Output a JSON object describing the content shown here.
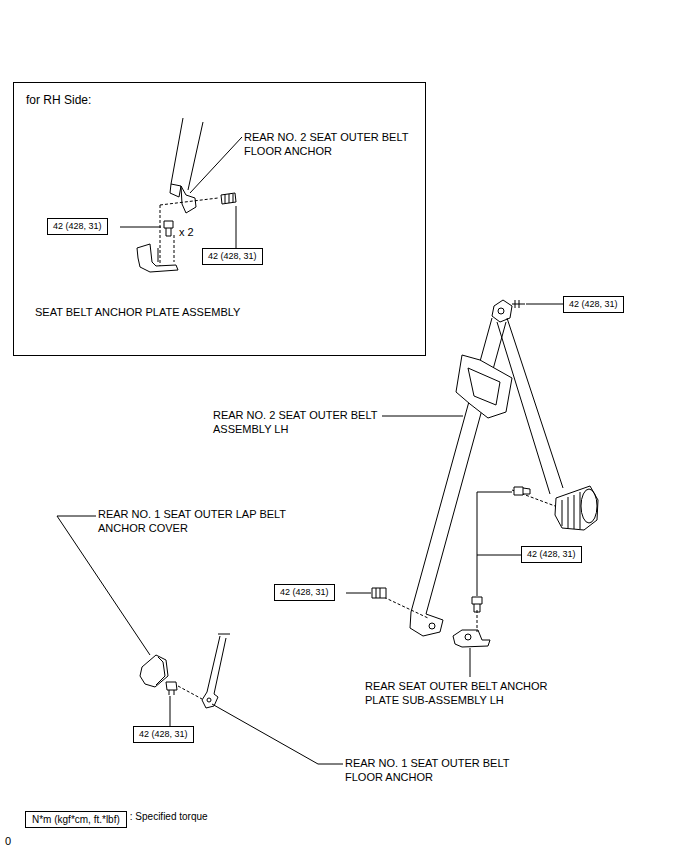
{
  "diagram": {
    "nodes": [
      {
        "text": [
          "for RH Side:"
        ]
      },
      {
        "text": [
          "42 (428, 31)"
        ],
        "in": 0
      },
      {
        "text": [
          "42 (428, 31)"
        ],
        "in": 0
      },
      {
        "text": [
          "42 (428, 31)"
        ]
      },
      {
        "text": [
          "42 (428, 31)"
        ]
      },
      {
        "text": [
          "42 (428, 31)"
        ]
      },
      {
        "text": [
          "42 (428, 31)"
        ]
      },
      {
        "text": [
          "N*m (kgf*cm, ft.*lbf)",
          ": Specified torque"
        ]
      }
    ],
    "labels": [
      "REAR NO. 2 SEAT OUTER BELT FLOOR ANCHOR",
      "x 2",
      "SEAT BELT ANCHOR PLATE ASSEMBLY",
      "REAR NO. 2 SEAT OUTER BELT ASSEMBLY LH",
      "REAR NO. 1 SEAT OUTER LAP BELT ANCHOR COVER",
      "REAR SEAT OUTER BELT ANCHOR PLATE SUB-ASSEMBLY LH",
      "REAR NO. 1 SEAT OUTER BELT FLOOR ANCHOR",
      "0"
    ]
  }
}
